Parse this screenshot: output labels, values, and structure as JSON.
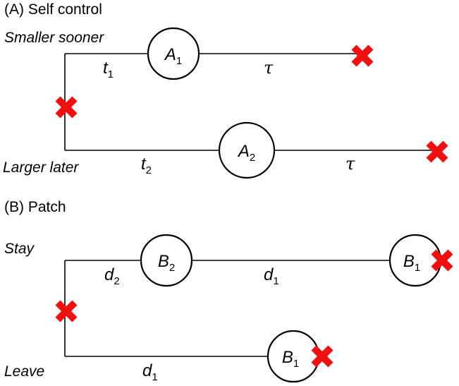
{
  "colors": {
    "line": "#000000",
    "cross": "#ee1111",
    "background": "#ffffff"
  },
  "panel_a": {
    "title": "(A) Self control",
    "upper_label": "Smaller sooner",
    "lower_label": "Larger later",
    "upper_delay": {
      "base": "t",
      "sub": "1"
    },
    "lower_delay": {
      "base": "t",
      "sub": "2"
    },
    "node_upper": {
      "base": "A",
      "sub": "1"
    },
    "node_lower": {
      "base": "A",
      "sub": "2"
    },
    "upper_after": "τ",
    "lower_after": "τ"
  },
  "panel_b": {
    "title": "(B) Patch",
    "upper_label": "Stay",
    "lower_label": "Leave",
    "upper_delay": {
      "base": "d",
      "sub": "2"
    },
    "lower_delay": {
      "base": "d",
      "sub": "1"
    },
    "upper_mid_delay": {
      "base": "d",
      "sub": "1"
    },
    "node_upper": {
      "base": "B",
      "sub": "2"
    },
    "node_upper_end": {
      "base": "B",
      "sub": "1"
    },
    "node_lower": {
      "base": "B",
      "sub": "1"
    }
  }
}
